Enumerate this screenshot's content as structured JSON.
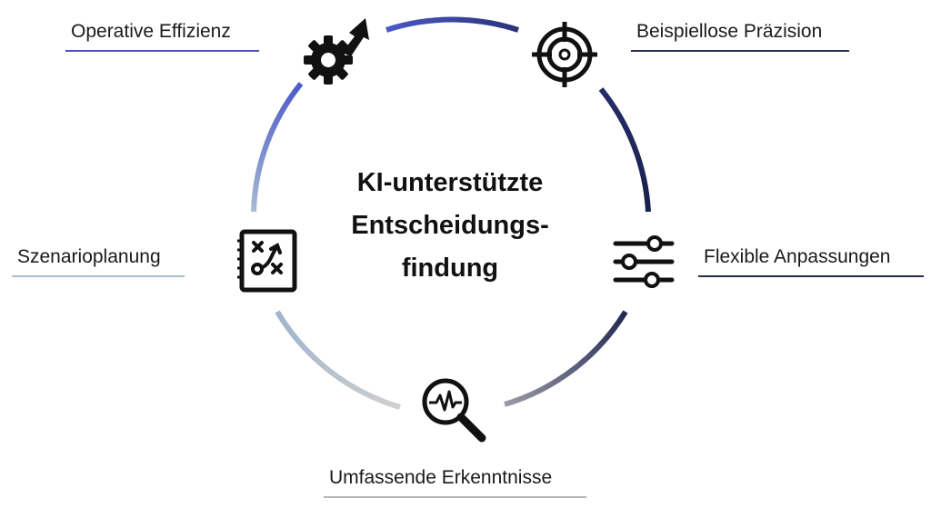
{
  "center": {
    "line1": "KI-unterstützte",
    "line2": "Entscheidungs-",
    "line3": "findung"
  },
  "labels": {
    "top_left": "Operative Effizienz",
    "top_right": "Beispiellose Präzision",
    "mid_left": "Szenarioplanung",
    "mid_right": "Flexible Anpassungen",
    "bottom": "Umfassende Erkenntnisse"
  },
  "colors": {
    "blue": "#4a5ac8",
    "navy": "#1c2350",
    "dark_navy": "#1f2550",
    "light_steel": "#9fb4cc",
    "gray": "#c8c8c8",
    "top_left_underline": "#4655c0",
    "top_right_underline": "#2a3060",
    "mid_left_underline": "#a8bcd2",
    "mid_right_underline": "#252a52",
    "bottom_underline": "#b8b8b8"
  },
  "icons": {
    "top": "gear-with-arrow-icon",
    "top_right": "target-crosshair-icon",
    "right": "sliders-icon",
    "bottom": "magnifier-pulse-icon",
    "left": "strategy-board-icon"
  }
}
